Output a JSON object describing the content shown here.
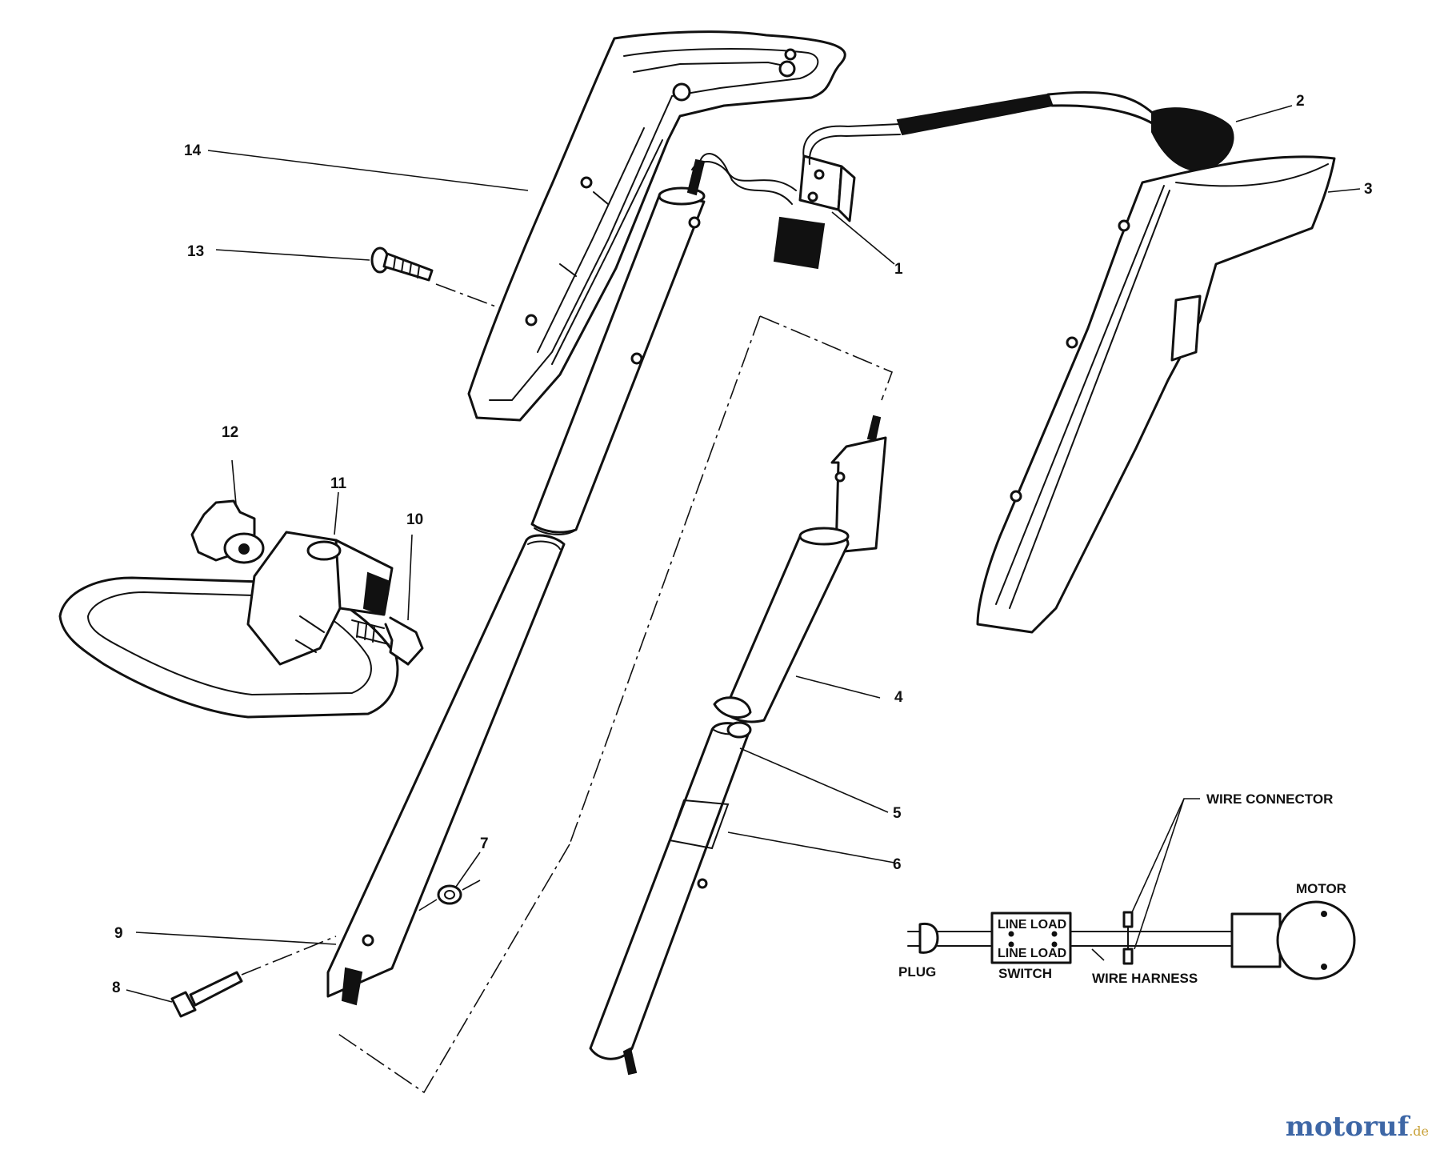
{
  "callouts": {
    "c1": "1",
    "c2": "2",
    "c3": "3",
    "c4": "4",
    "c5": "5",
    "c6": "6",
    "c7": "7",
    "c8": "8",
    "c9": "9",
    "c10": "10",
    "c11": "11",
    "c12": "12",
    "c13": "13",
    "c14": "14"
  },
  "wiring": {
    "plug": "PLUG",
    "switch": "SWITCH",
    "line_load_top": "LINE LOAD",
    "line_load_bottom": "LINE LOAD",
    "wire_harness": "WIRE HARNESS",
    "wire_connector": "WIRE CONNECTOR",
    "motor": "MOTOR"
  },
  "watermark": {
    "main": "motoruf",
    "tld": ".de"
  }
}
